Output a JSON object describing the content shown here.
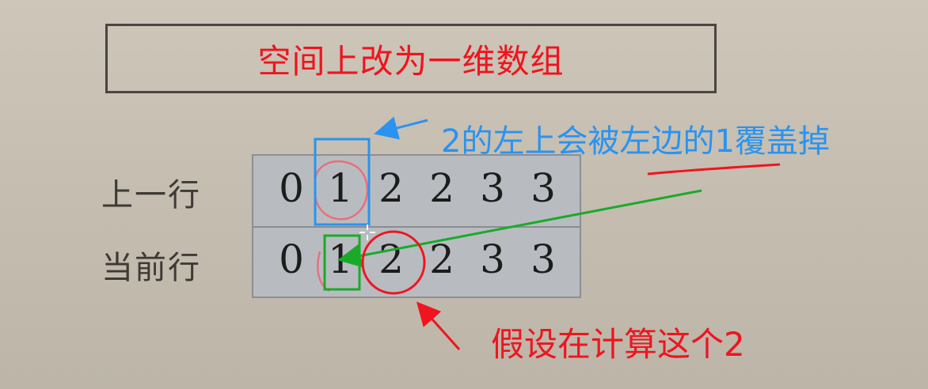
{
  "title": "空间上改为一维数组",
  "rows": [
    {
      "label": "上一行",
      "values": [
        "0",
        "1",
        "2",
        "2",
        "3",
        "3"
      ]
    },
    {
      "label": "当前行",
      "values": [
        "0",
        "1",
        "2",
        "2",
        "3",
        "3"
      ]
    }
  ],
  "annotations": {
    "blue_note": "2的左上会被左边的1覆盖掉",
    "red_note": "假设在计算这个2"
  },
  "colors": {
    "title": "#f0141e",
    "blue": "#2a93f0",
    "red": "#f0141e",
    "green": "#1aaa2a"
  }
}
